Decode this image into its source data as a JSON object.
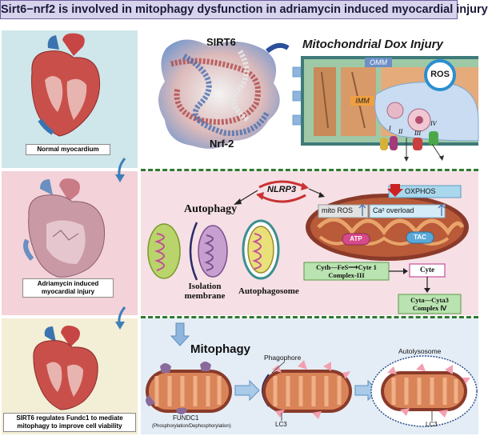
{
  "title": "Sirt6−nrf2 is involved in mitophagy dysfunction in adriamycin induced myocardial injury",
  "left": {
    "normal_label": "Normal myocardium",
    "injury_label_1": "Adriamycin induced",
    "injury_label_2": "myocardial injury",
    "sirt6_label_1": "SIRT6 regulates Fundc1 to mediate",
    "sirt6_label_2": "mitophagy to improve cell viability"
  },
  "top": {
    "sirt6": "SIRT6",
    "nrf2": "Nrf-2",
    "heading": "Mitochondrial Dox Injury",
    "omm": "OMM",
    "imm": "IMM",
    "ros": "ROS",
    "complexes": [
      "I",
      "II",
      "III",
      "IV"
    ]
  },
  "middle": {
    "nlrp3": "NLRP3",
    "autophagy": "Autophagy",
    "isolation_1": "Isolation",
    "isolation_2": "membrane",
    "autophagosome": "Autophagosome",
    "oxphos": "OXPHOS",
    "mito_ros": "mito ROS",
    "ca_overload": "Ca² overload",
    "atp": "ATP",
    "tac": "TAC",
    "cyth_line": "Cyth—FeS⟶Cyte 1",
    "complex3": "Complex-III",
    "cyte": "Cyte",
    "cyta_line": "Cyta—Cyta3",
    "complex4": "Complex Ⅳ"
  },
  "bottom": {
    "mitophagy": "Mitophagy",
    "phagophore": "Phagophore",
    "autolysosome": "Autolysosome",
    "lc3_a": "LC3",
    "lc3_b": "LC3",
    "fundc1": "FUNDC1",
    "fundc1_note": "(Phosphorylation/Dephosphorylation)"
  }
}
